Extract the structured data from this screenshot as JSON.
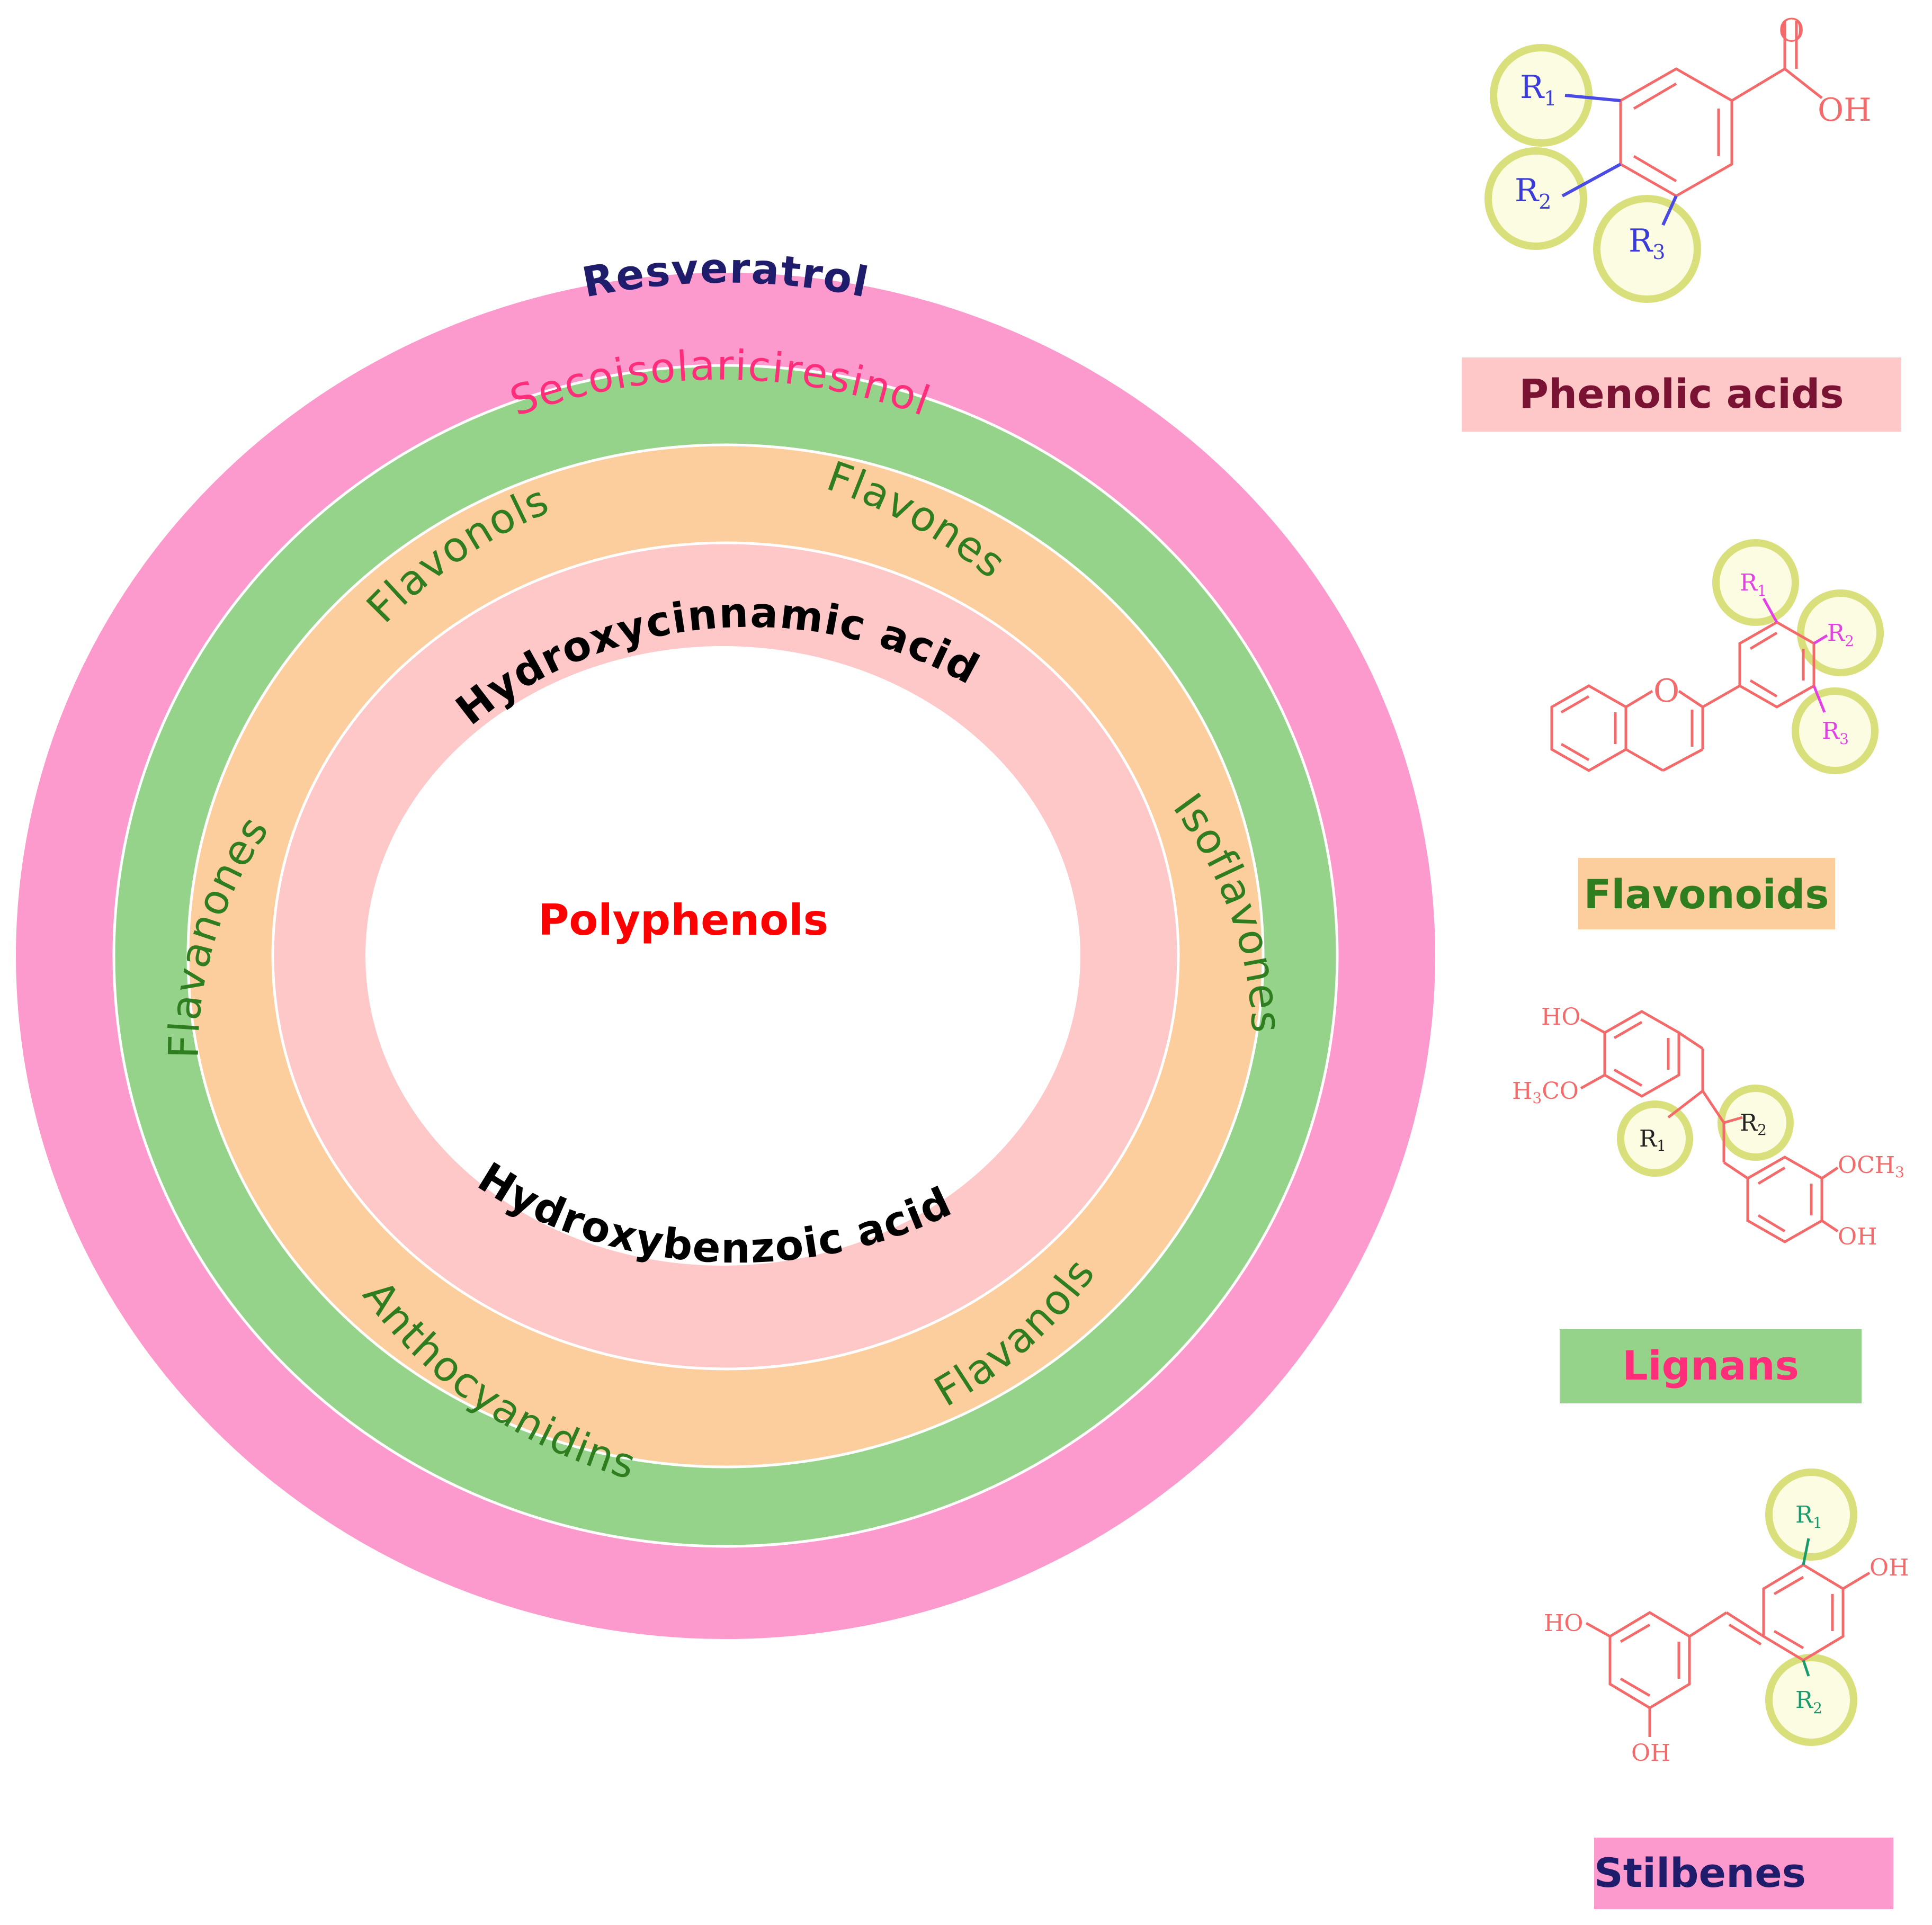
{
  "center": {
    "label": "Polyphenols"
  },
  "rings": {
    "stilbenes_ring": {
      "item": "Resveratrol"
    },
    "lignans_ring": {
      "item": "Secoisolariciresinol"
    },
    "flavonoids_ring": {
      "items": [
        "Flavonols",
        "Flavones",
        "Isoflavones",
        "Flavanols",
        "Anthocyanidins",
        "Flavanones"
      ]
    },
    "phenolic_ring": {
      "items": [
        "Hydroxycinnamic acid",
        "Hydroxybenzoic acid"
      ]
    }
  },
  "classes": [
    {
      "label": "Phenolic acids"
    },
    {
      "label": "Flavonoids"
    },
    {
      "label": "Lignans"
    },
    {
      "label": "Stilbenes"
    }
  ],
  "structures": {
    "phenolic": {
      "r1": "R",
      "r1_sub": "1",
      "r2": "R",
      "r2_sub": "2",
      "r3": "R",
      "r3_sub": "3",
      "carbonyl_o": "O",
      "hydroxyl": "OH"
    },
    "flavonoid": {
      "ring_o": "O",
      "r1": "R",
      "r1_sub": "1",
      "r2": "R",
      "r2_sub": "2",
      "r3": "R",
      "r3_sub": "3"
    },
    "lignan": {
      "ho": "HO",
      "h3co_a": "H",
      "h3co_sub": "3",
      "h3co_b": "CO",
      "r1": "R",
      "r1_sub": "1",
      "r2": "R",
      "r2_sub": "2",
      "och3_a": "OCH",
      "och3_sub": "3",
      "oh": "OH"
    },
    "stilbene": {
      "ho_left": "HO",
      "oh_bottom": "OH",
      "oh_right": "OH",
      "r1": "R",
      "r1_sub": "1",
      "r2": "R",
      "r2_sub": "2"
    }
  },
  "colors": {
    "outer_ring": "#fd9acd",
    "lignan_ring": "#96d38a",
    "flavonoid_ring": "#fccd9d",
    "phenolic_ring": "#fec8c9",
    "center_text": "#ff0000",
    "resveratrol_text": "#1f1c6b",
    "lignan_text": "#ff2d7a",
    "flavonoid_text": "#2e7d1f",
    "phenolic_text": "#000000",
    "phenolic_box": "#fec8c9",
    "phenolic_box_text": "#7a1234",
    "flavonoid_box": "#fccd9d",
    "flavonoid_box_text": "#2e7d1f",
    "lignan_box": "#96d38a",
    "lignan_box_text": "#ff2d7a",
    "stilbene_box": "#fd9acd",
    "stilbene_box_text": "#1f1c6b",
    "bond": "#f46a6a",
    "r_circle_fill": "#fbfce2",
    "r_circle_stroke": "#d9df7a"
  }
}
